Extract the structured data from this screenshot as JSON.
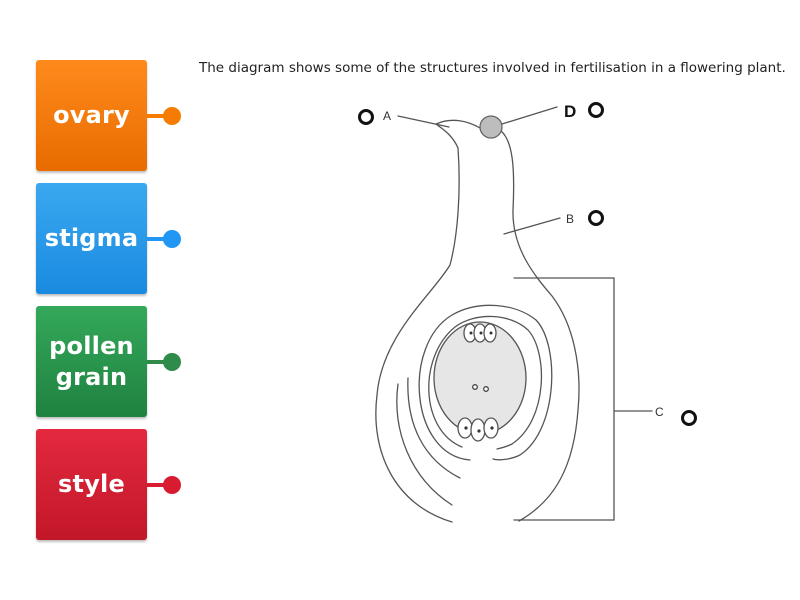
{
  "instruction": "The diagram shows some of the structures involved in fertilisation in a flowering plant.",
  "tiles": [
    {
      "label": "ovary",
      "color": "#f57c00"
    },
    {
      "label": "stigma",
      "color": "#2196f3"
    },
    {
      "label": "pollen grain",
      "color": "#2e8b4a"
    },
    {
      "label": "style",
      "color": "#d81b30"
    }
  ],
  "diagram_labels": {
    "A": "A",
    "B": "B",
    "C": "C",
    "D": "D"
  }
}
